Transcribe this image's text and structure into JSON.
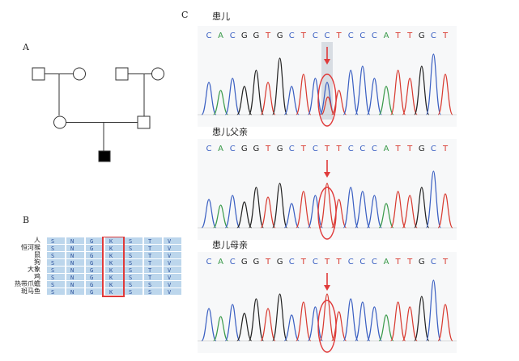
{
  "panels": {
    "a": "A",
    "b": "B",
    "c": "C"
  },
  "alignment": {
    "species": [
      "人",
      "恒河猴",
      "鼠",
      "狗",
      "大象",
      "鸡",
      "热带爪蟾",
      "斑马鱼"
    ],
    "columns": [
      [
        "S",
        "S",
        "S",
        "S",
        "S",
        "S",
        "S",
        "S"
      ],
      [
        "N",
        "N",
        "N",
        "N",
        "N",
        "N",
        "N",
        "N"
      ],
      [
        "G",
        "G",
        "G",
        "G",
        "G",
        "G",
        "G",
        "G"
      ],
      [
        "K",
        "K",
        "K",
        "K",
        "K",
        "K",
        "K",
        "K"
      ],
      [
        "S",
        "S",
        "S",
        "S",
        "S",
        "S",
        "S",
        "S"
      ],
      [
        "T",
        "T",
        "T",
        "T",
        "T",
        "T",
        "S",
        "S"
      ],
      [
        "V",
        "V",
        "V",
        "V",
        "V",
        "V",
        "V",
        "V"
      ]
    ],
    "highlight_color": "#e03a3a",
    "cell_color": "#bcd6ec"
  },
  "traces": [
    {
      "title": "患儿",
      "sequence": [
        "C",
        "A",
        "C",
        "G",
        "G",
        "T",
        "G",
        "C",
        "T",
        "C",
        "C",
        "T",
        "C",
        "C",
        "C",
        "A",
        "T",
        "T",
        "G",
        "C",
        "T"
      ]
    },
    {
      "title": "患儿父亲",
      "sequence": [
        "C",
        "A",
        "C",
        "G",
        "G",
        "T",
        "G",
        "C",
        "T",
        "C",
        "T",
        "T",
        "C",
        "C",
        "C",
        "A",
        "T",
        "T",
        "G",
        "C",
        "T"
      ]
    },
    {
      "title": "患儿母亲",
      "sequence": [
        "C",
        "A",
        "C",
        "G",
        "G",
        "T",
        "G",
        "C",
        "T",
        "C",
        "T",
        "T",
        "C",
        "C",
        "C",
        "A",
        "T",
        "T",
        "G",
        "C",
        "T"
      ]
    }
  ],
  "base_colors": {
    "A": "#3a9a4a",
    "C": "#3a5fc2",
    "G": "#222222",
    "T": "#d8392f"
  },
  "marker_color": "#e03a3a"
}
